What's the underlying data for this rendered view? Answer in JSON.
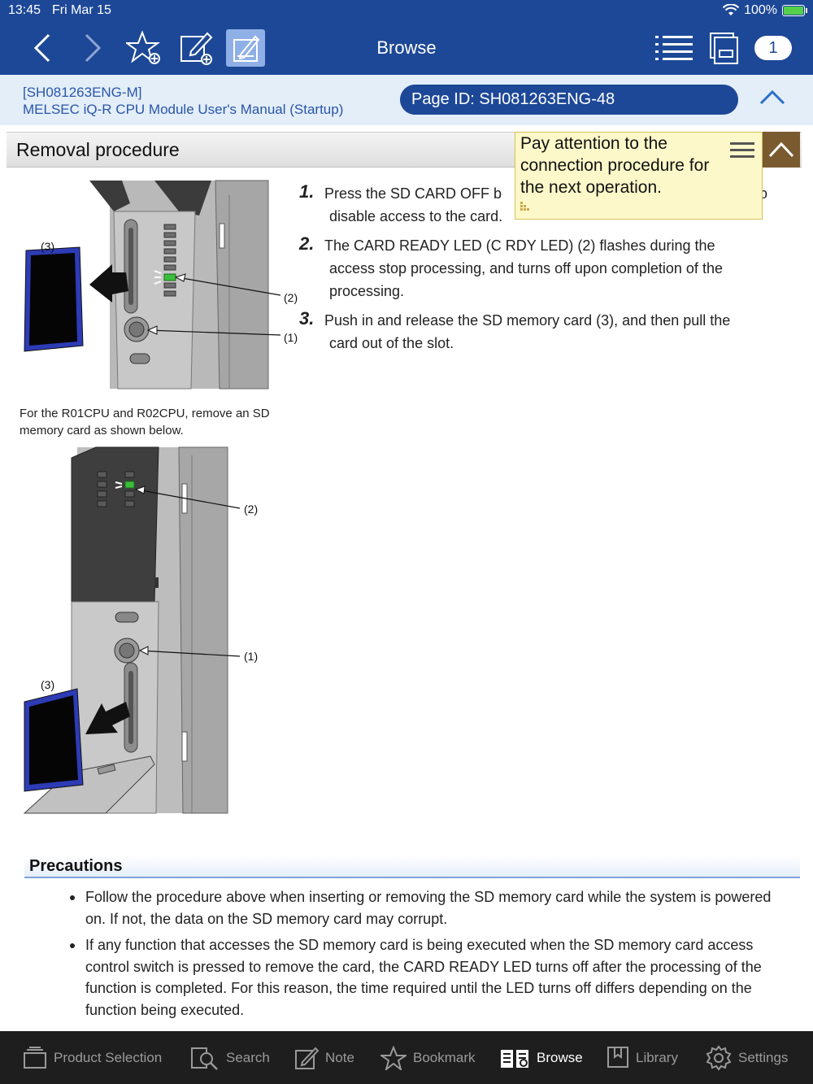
{
  "status": {
    "time": "13:45",
    "date": "Fri Mar 15",
    "battery": "100%"
  },
  "nav": {
    "title": "Browse",
    "badge": "1"
  },
  "doc": {
    "code": "[SH081263ENG-M]",
    "name": "MELSEC iQ-R CPU Module User's Manual (Startup)",
    "page_id": "Page ID: SH081263ENG-48"
  },
  "section": {
    "title": "Removal procedure"
  },
  "note": {
    "text": "Pay attention to the connection procedure for the next operation."
  },
  "steps": [
    {
      "num": "1.",
      "line1": "Press the SD CARD OFF b",
      "line1_tail": "o",
      "line2": "disable access to the card."
    },
    {
      "num": "2.",
      "line1": "The CARD READY LED (C RDY LED) (2) flashes during the",
      "line2": "access stop processing, and turns off upon completion of the processing."
    },
    {
      "num": "3.",
      "line1": "Push in and release the SD memory card (3), and then pull the",
      "line2": "card out of the slot."
    }
  ],
  "figure_labels": {
    "l1": "(1)",
    "l2": "(2)",
    "l3": "(3)"
  },
  "caption": "For the R01CPU and R02CPU, remove an SD memory card as shown below.",
  "precautions": {
    "title": "Precautions",
    "items": [
      "Follow the procedure above when inserting or removing the SD memory card while the system is powered on. If not, the data on the SD memory card may corrupt.",
      "If any function that accesses the SD memory card is being executed when the SD memory card access control switch is pressed to remove the card, the CARD READY LED turns off after the processing of the function is completed. For this reason, the time required until the LED turns off differs depending on the function being executed."
    ]
  },
  "tabs": [
    {
      "label": "Product Selection",
      "icon": "product-selection-icon"
    },
    {
      "label": "Search",
      "icon": "search-icon"
    },
    {
      "label": "Note",
      "icon": "note-icon"
    },
    {
      "label": "Bookmark",
      "icon": "bookmark-icon"
    },
    {
      "label": "Browse",
      "icon": "browse-icon",
      "active": true
    },
    {
      "label": "Library",
      "icon": "library-icon"
    },
    {
      "label": "Settings",
      "icon": "settings-icon"
    }
  ],
  "colors": {
    "nav": "#1d4897",
    "note_bg": "#fdf8c9",
    "up_button": "#7a5a2f",
    "led": "#3bbf3b",
    "sd_card": "#2d3bb5"
  }
}
